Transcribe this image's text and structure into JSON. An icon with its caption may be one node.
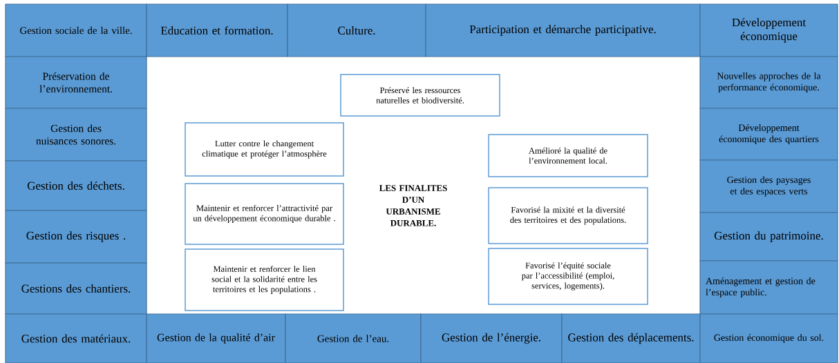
{
  "diagram": {
    "nodes": [
      {
        "text": [
          "Gestion sociale de la ville."
        ]
      },
      {
        "text": [
          "Education et formation."
        ]
      },
      {
        "text": [
          "Culture."
        ]
      },
      {
        "text": [
          "Participation et démarche participative."
        ]
      },
      {
        "text": [
          "Développement économique"
        ]
      },
      {
        "text": [
          "Préservation de l’environnement."
        ]
      },
      {
        "text": [
          "Gestion des nuisances sonores."
        ]
      },
      {
        "text": [
          "Gestion des déchets."
        ]
      },
      {
        "text": [
          "Gestion des risques ."
        ]
      },
      {
        "text": [
          "Gestions des chantiers."
        ]
      },
      {
        "text": [
          "Préservé les ressources naturelles et biodiversité."
        ]
      },
      {
        "text": [
          "Lutter contre le changement climatique et protéger l’atmosphère"
        ]
      },
      {
        "text": [
          "Amélioré la qualité de l’environnement local."
        ]
      },
      {
        "text": [
          "Maintenir et renforcer l’attractivité par un développement économique durable ."
        ]
      },
      {
        "text": [
          "Favorisé la mixité et la diversité des territoires et des populations."
        ]
      },
      {
        "text": [
          "Maintenir et renforcer le lien social et la solidarité entre les territoires et les populations ."
        ]
      },
      {
        "text": [
          "Favorisé l’équité sociale par l’accessibilité (emploi, services, logements)."
        ]
      },
      {
        "text": [
          "Nouvelles approches de la performance économique."
        ]
      },
      {
        "text": [
          "Développement économique des quartiers"
        ]
      },
      {
        "text": [
          "Gestion des paysages et des espaces verts"
        ]
      },
      {
        "text": [
          "Gestion du patrimoine."
        ]
      },
      {
        "text": [
          "Aménagement et gestion de l’espace public."
        ]
      },
      {
        "text": [
          "Gestion des matériaux."
        ]
      },
      {
        "text": [
          "Gestion de la qualité d’air"
        ]
      },
      {
        "text": [
          "Gestion de l’eau."
        ]
      },
      {
        "text": [
          "Gestion de l’énergie."
        ]
      },
      {
        "text": [
          "Gestion des déplacements."
        ]
      },
      {
        "text": [
          "Gestion économique du sol."
        ]
      }
    ],
    "labels": [
      "LES FINALITES D’UN URBANISME DURABLE."
    ]
  }
}
